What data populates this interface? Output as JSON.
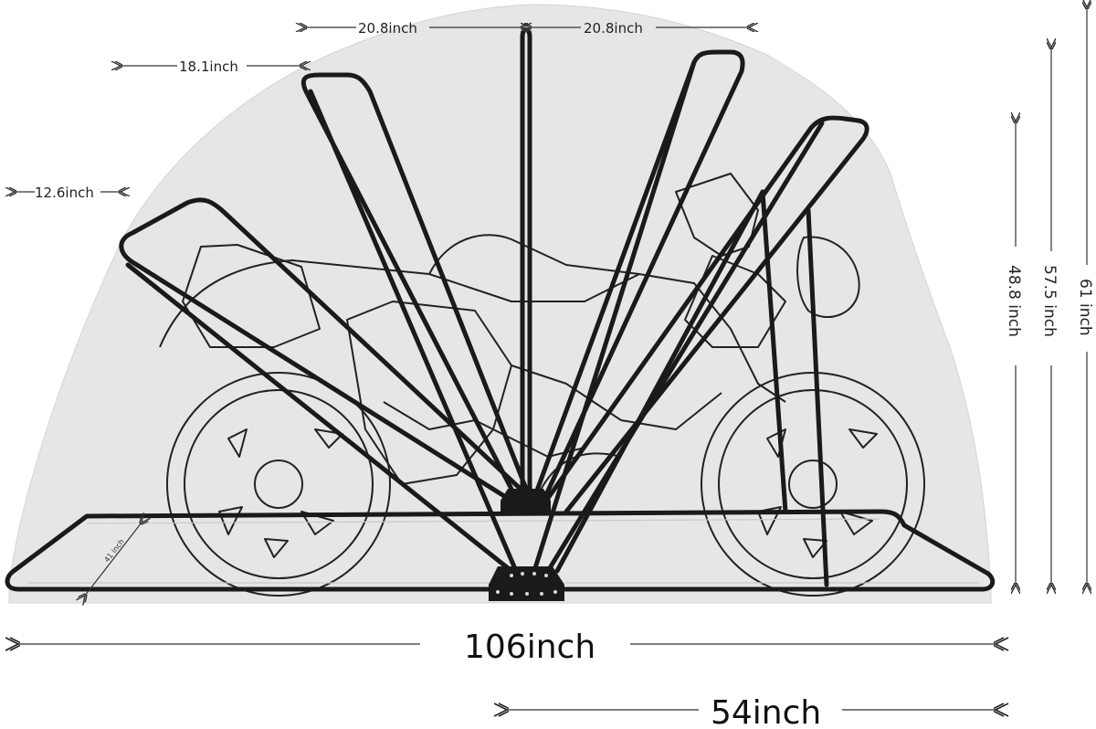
{
  "dimensions": {
    "arch_left_top": "20.8inch",
    "arch_right_top": "20.8inch",
    "arch_second": "18.1inch",
    "arch_third": "12.6inch",
    "base_small": "41 inch",
    "total_length": "106inch",
    "half_length": "54inch",
    "height_inner": "48.8 inch",
    "height_mid": "57.5 inch",
    "height_total": "61 inch"
  },
  "colors": {
    "cover": "#e6e6e6",
    "frame": "#1a1a1a",
    "background": "#ffffff"
  }
}
